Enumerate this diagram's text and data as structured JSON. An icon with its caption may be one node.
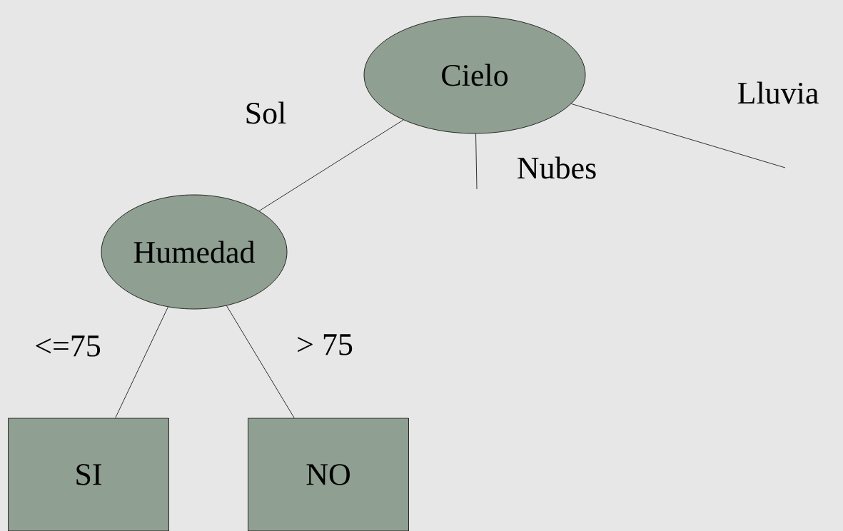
{
  "diagram": {
    "nodes": [
      {
        "text": [
          "Cielo"
        ]
      },
      {
        "text": [
          "Humedad"
        ]
      },
      {
        "text": [
          "SI"
        ]
      },
      {
        "text": [
          "NO"
        ]
      }
    ],
    "edges": [
      {
        "from": 0,
        "to": 1,
        "arrow": "none",
        "label": "Sol"
      },
      {
        "from": 0,
        "to": null,
        "arrow": "none",
        "label": "Nubes"
      },
      {
        "from": 0,
        "to": null,
        "arrow": "none",
        "label": "Lluvia"
      },
      {
        "from": 1,
        "to": 2,
        "arrow": "none",
        "label": "<=75"
      },
      {
        "from": 1,
        "to": 3,
        "arrow": "none",
        "label": "> 75"
      }
    ]
  }
}
